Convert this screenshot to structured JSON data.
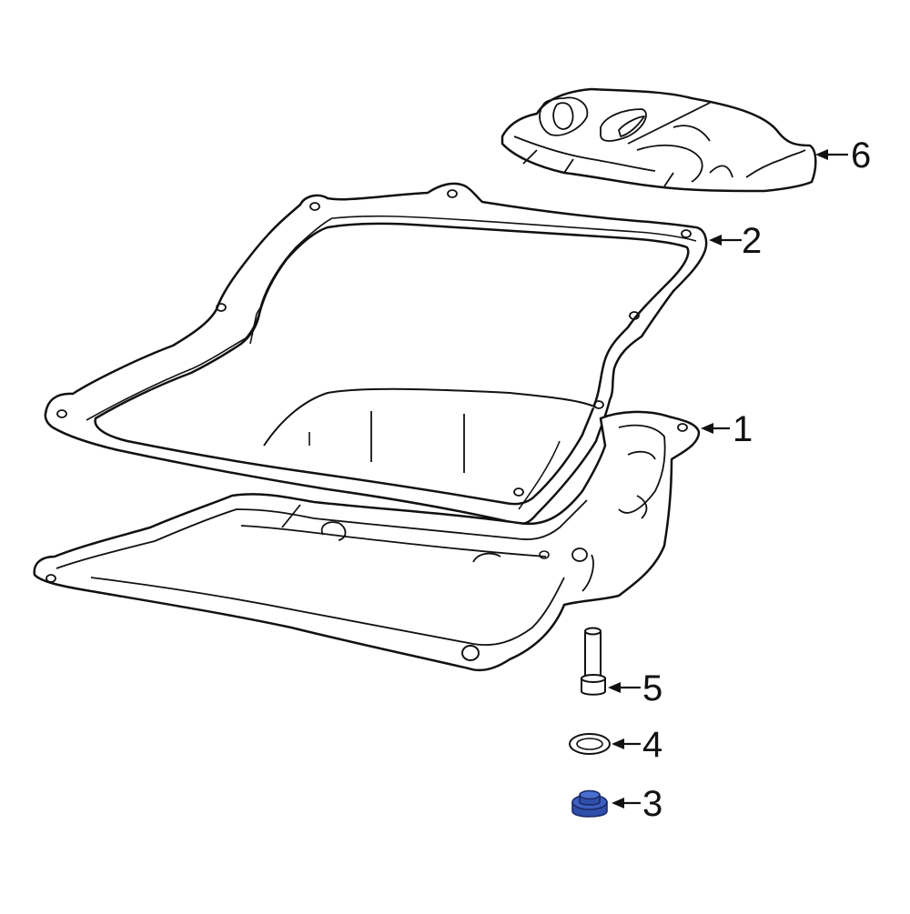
{
  "diagram": {
    "type": "exploded parts diagram",
    "subject": "Automatic transmission oil pan assembly",
    "line_color": "#111111",
    "highlight_color": "#2f4fa8"
  },
  "callouts": [
    {
      "number": "1",
      "part": "oil-pan",
      "highlighted": false
    },
    {
      "number": "2",
      "part": "oil-pan-gasket",
      "highlighted": false
    },
    {
      "number": "3",
      "part": "drain-plug",
      "highlighted": true
    },
    {
      "number": "4",
      "part": "drain-plug-washer",
      "highlighted": false
    },
    {
      "number": "5",
      "part": "bolt",
      "highlighted": false
    },
    {
      "number": "6",
      "part": "filter",
      "highlighted": false
    }
  ]
}
